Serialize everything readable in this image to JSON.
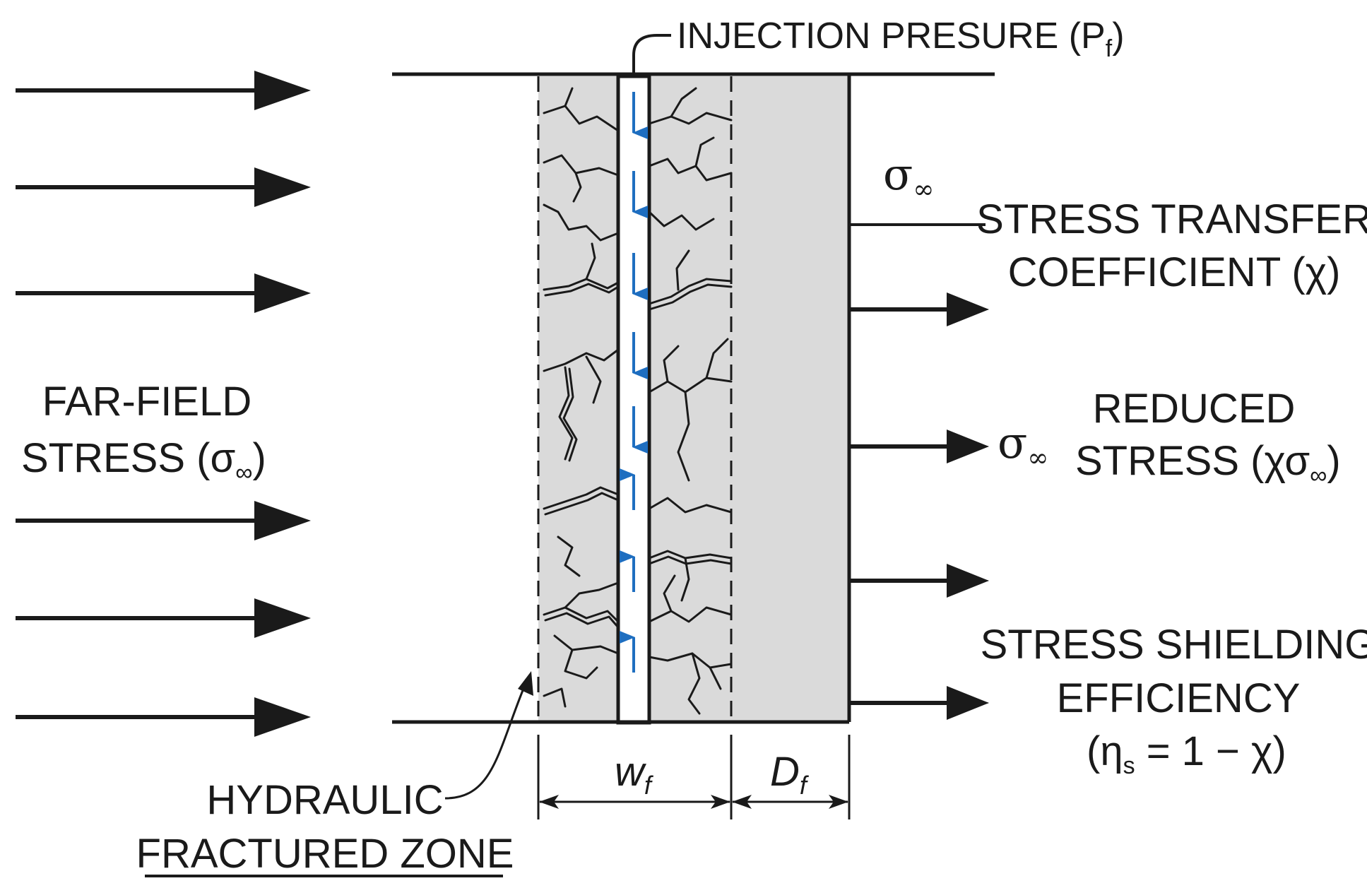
{
  "injection": {
    "label_text": "INJECTION PRESURE (P",
    "label_sub": "f",
    "label_close": ")"
  },
  "far_field": {
    "line1": "FAR-FIELD",
    "line2_text": "STRESS (σ",
    "line2_sub": "∞",
    "line2_close": ")"
  },
  "sigma_top": {
    "symbol": "σ",
    "sub": "∞"
  },
  "sigma_mid": {
    "symbol": "σ",
    "sub": "∞"
  },
  "stress_transfer": {
    "line1": "STRESS TRANSFER",
    "line2": "COEFFICIENT (χ)"
  },
  "reduced_stress": {
    "line1": "REDUCED",
    "line2_text": "STRESS (χσ",
    "line2_sub": "∞",
    "line2_close": ")"
  },
  "shielding": {
    "line1": "STRESS SHIELDING",
    "line2": "EFFICIENCY",
    "line3_open": "(η",
    "line3_sub": "s",
    "line3_close": " = 1 − χ)"
  },
  "hydraulic": {
    "line1": "HYDRAULIC",
    "line2": "FRACTURED ZONE"
  },
  "dim_w": {
    "symbol": "w",
    "sub": "f"
  },
  "dim_d": {
    "symbol": "D",
    "sub": "f"
  },
  "colors": {
    "ink": "#1a1a1a",
    "zone_fill": "#dadada",
    "flow_blue": "#1e6ec0"
  }
}
